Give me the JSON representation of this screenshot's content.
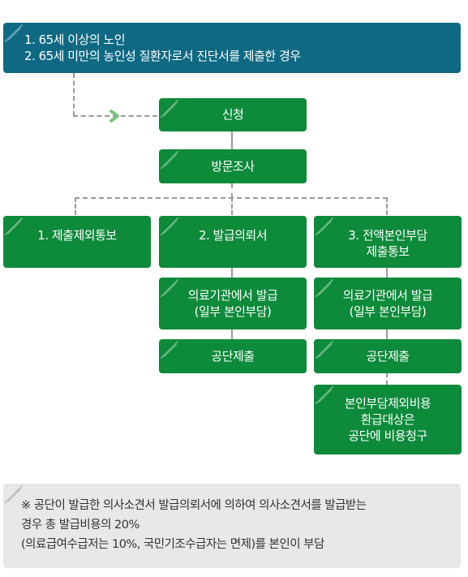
{
  "eligibility": {
    "line1": "1. 65세 이상의 노인",
    "line2": "2. 65세 미만의 농인성 질환자로서 진단서를 제출한 경우"
  },
  "steps": {
    "apply": "신청",
    "visit": "방문조사"
  },
  "branches": [
    {
      "title_line1": "1. 제출제외통보",
      "title_line2": ""
    },
    {
      "title_line1": "2. 발급의뢰서",
      "title_line2": "",
      "issue_line1": "의료기관에서 발급",
      "issue_line2": "(일부 본인부담)",
      "submit": "공단제출"
    },
    {
      "title_line1": "3. 전액본인부담",
      "title_line2": "제출통보",
      "issue_line1": "의료기관에서 발급",
      "issue_line2": "(일부 본인부담)",
      "submit": "공단제출",
      "refund_line1": "본인부담제외비용",
      "refund_line2": "환급대상은",
      "refund_line3": "공단에 비용청구"
    }
  ],
  "note": {
    "line1": "※ 공단이 발급한 의사소견서 발급의뢰서에 의하여 의사소견서를 발급받는",
    "line2": "경우 총 발급비용의 20%",
    "line3": "(의료급여수급저는 10%, 국민기조수급자는 면제)를 본인이 부담"
  },
  "colors": {
    "teal": "#0f6983",
    "green": "#0d8a3a",
    "note_bg": "#e8e8e8",
    "connector": "#9a9a9a",
    "arrow": "#7cc07f"
  }
}
